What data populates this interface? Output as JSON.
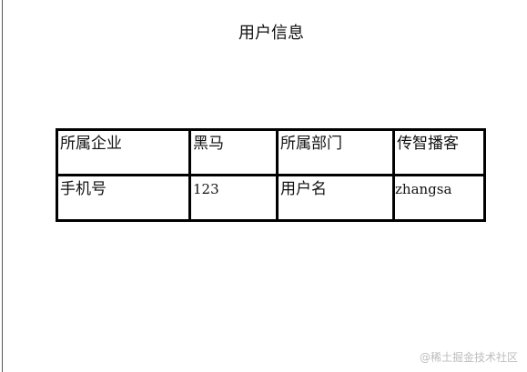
{
  "document": {
    "title": "用户信息"
  },
  "table": {
    "rows": [
      {
        "cells": [
          "所属企业",
          "黑马",
          "所属部门",
          "传智播客"
        ]
      },
      {
        "cells": [
          "手机号",
          "123",
          "用户名",
          "zhangsa"
        ]
      }
    ]
  },
  "watermark": {
    "text": "@稀土掘金技术社区"
  }
}
